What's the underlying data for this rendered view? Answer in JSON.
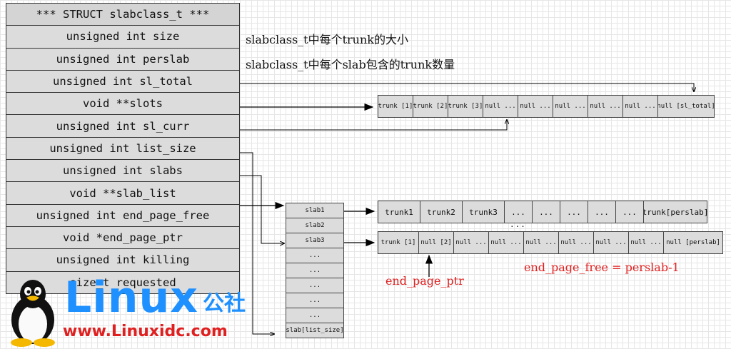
{
  "struct": {
    "title": "*** STRUCT slabclass_t ***",
    "fields": [
      "unsigned int size",
      "unsigned int perslab",
      "unsigned int sl_total",
      "void **slots",
      "unsigned int sl_curr",
      "unsigned int list_size",
      "unsigned int slabs",
      "void **slab_list",
      "unsigned int end_page_free",
      "void *end_page_ptr",
      "unsigned int killing",
      "size_t requested"
    ]
  },
  "notes": {
    "size": "slabclass_t中每个trunk的大小",
    "perslab": "slabclass_t中每个slab包含的trunk数量"
  },
  "slots_array": [
    "trunk [1]",
    "trunk [2]",
    "trunk [3]",
    "null ...",
    "null ...",
    "null ...",
    "null ...",
    "null ...",
    "null [sl_total]"
  ],
  "slab_list": [
    "slab1",
    "slab2",
    "slab3",
    "...",
    "...",
    "...",
    "...",
    "...",
    "slab[list_size]"
  ],
  "slab1_trunks": [
    "trunk1",
    "trunk2",
    "trunk3",
    "...",
    "...",
    "...",
    "...",
    "...",
    "trunk[perslab]"
  ],
  "slab3_trunks": [
    "trunk [1]",
    "null [2]",
    "null ...",
    "null ...",
    "null ...",
    "null ...",
    "null ...",
    "null ...",
    "null [perslab]"
  ],
  "between_rows_dots": "...",
  "labels": {
    "end_page_ptr": "end_page_ptr",
    "end_page_free": "end_page_free = perslab-1"
  },
  "watermark": {
    "logo_text": "Linux",
    "logo_cn": "公社",
    "url": "www.Linuxidc.com"
  },
  "colors": {
    "cell_fill": "#dcdcdc",
    "annotation_red": "#e02020",
    "logo_blue": "#1e90ff"
  }
}
